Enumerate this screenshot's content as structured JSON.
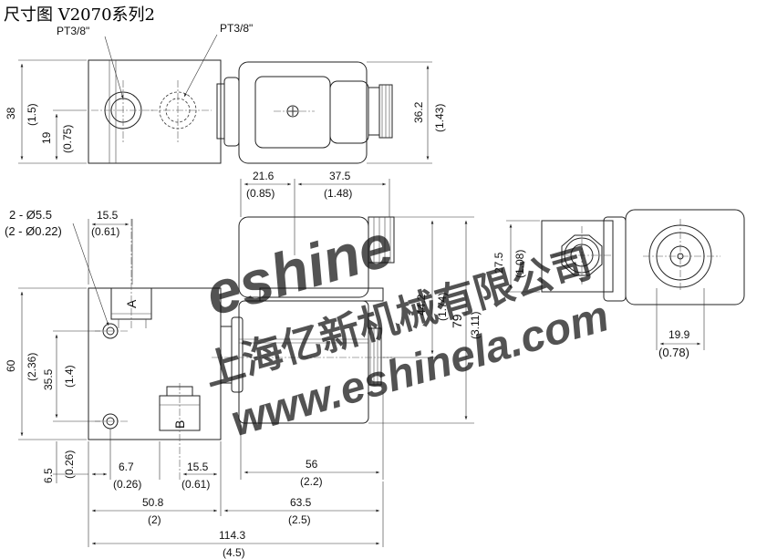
{
  "title": "尺寸图 V2070系列2",
  "watermark": {
    "logo_text": "eshine",
    "company_text": "上海亿新机械有限公司",
    "url_text": "www.eshinela.com",
    "color": "#1f4fa0"
  },
  "colors": {
    "line": "#222222",
    "text": "#111111",
    "watermark": "#1f4fa0"
  },
  "labels": {
    "port1": "PT3/8\"",
    "port2": "PT3/8\"",
    "port_a": "A",
    "port_b": "B",
    "holes_mm": "2 - Ø5.5",
    "holes_in": "(2 - Ø0.22)"
  },
  "dims": {
    "h38": "38",
    "h38_in": "(1.5)",
    "h19": "19",
    "h19_in": "(0.75)",
    "h36_2": "36.2",
    "h36_2_in": "(1.43)",
    "w21_6": "21.6",
    "w21_6_in": "(0.85)",
    "w37_5": "37.5",
    "w37_5_in": "(1.48)",
    "w15_5t": "15.5",
    "w15_5t_in": "(0.61)",
    "h60": "60",
    "h60_in": "(2.36)",
    "h35_5": "35.5",
    "h35_5_in": "(1.4)",
    "h6_5": "6.5",
    "h6_5_in": "(0.26)",
    "w6_7": "6.7",
    "w6_7_in": "(0.26)",
    "w15_5b": "15.5",
    "w15_5b_in": "(0.61)",
    "h44_2": "44.2",
    "h44_2_in": "(1.74)",
    "h79": "79",
    "h79_in": "(3.11)",
    "h27_5": "27.5",
    "h27_5_in": "(1.08)",
    "w19_9": "19.9",
    "w19_9_in": "(0.78)",
    "w56": "56",
    "w56_in": "(2.2)",
    "w50_8": "50.8",
    "w50_8_in": "(2)",
    "w63_5": "63.5",
    "w63_5_in": "(2.5)",
    "w114_3": "114.3",
    "w114_3_in": "(4.5)"
  }
}
